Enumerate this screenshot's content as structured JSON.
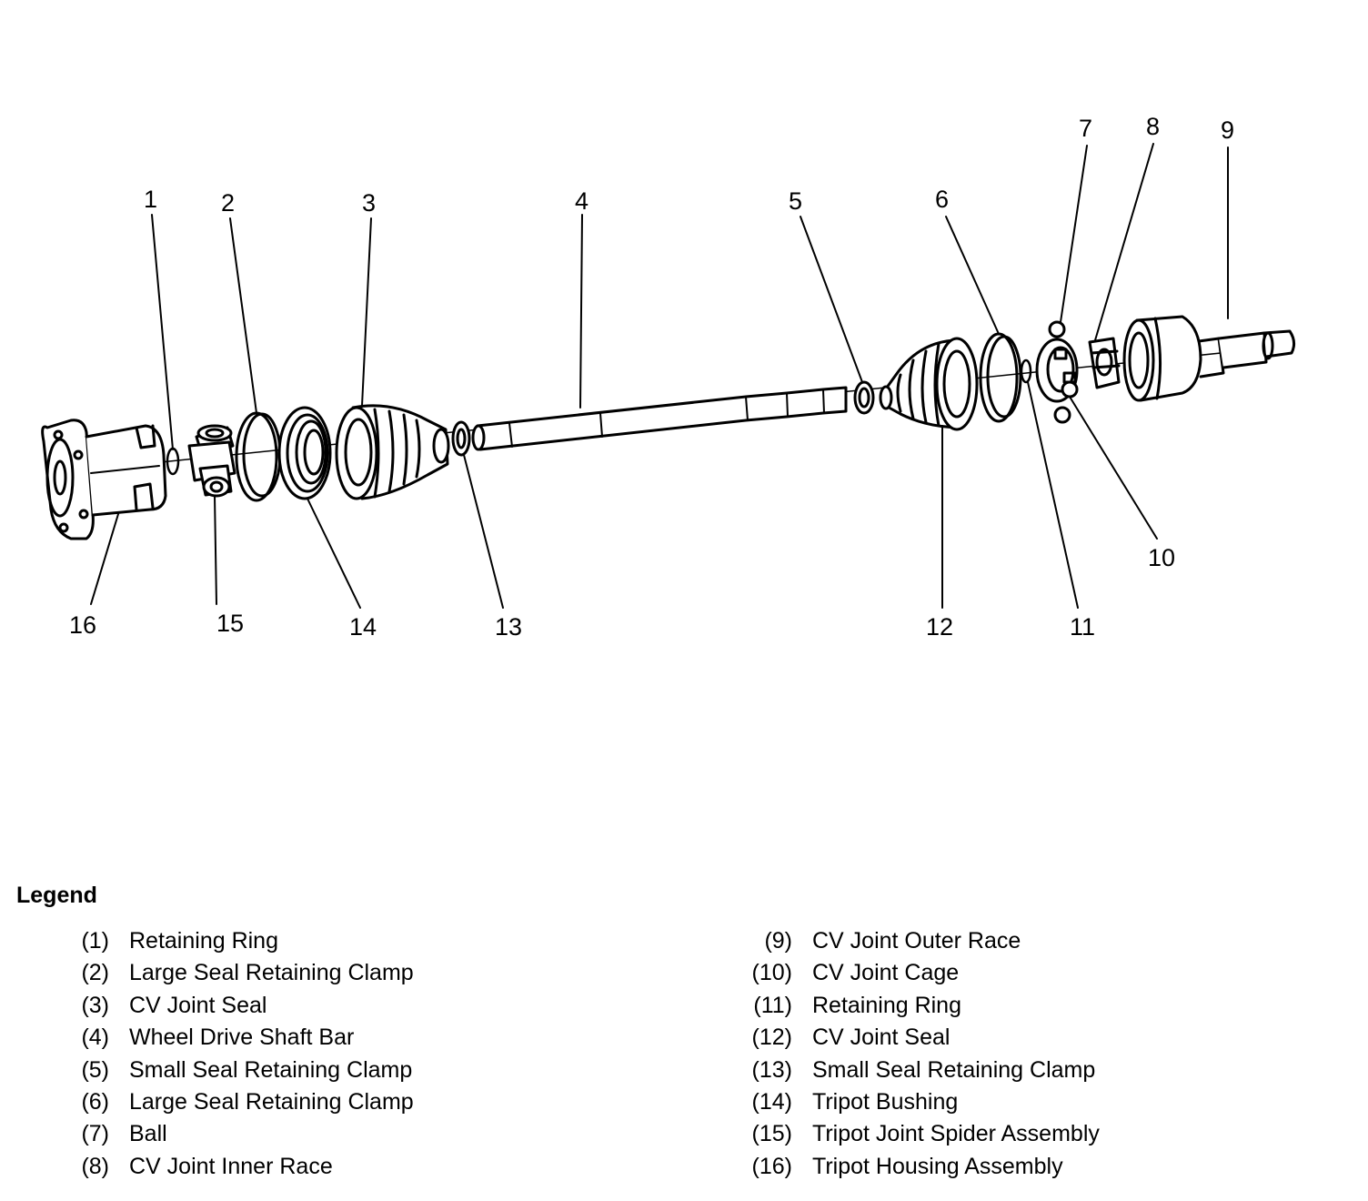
{
  "diagram": {
    "callouts": [
      "1",
      "2",
      "3",
      "4",
      "5",
      "6",
      "7",
      "8",
      "9",
      "10",
      "11",
      "12",
      "13",
      "14",
      "15",
      "16"
    ]
  },
  "legend": {
    "title": "Legend",
    "left": [
      {
        "num": "(1)",
        "label": "Retaining Ring"
      },
      {
        "num": "(2)",
        "label": "Large Seal Retaining Clamp"
      },
      {
        "num": "(3)",
        "label": "CV Joint Seal"
      },
      {
        "num": "(4)",
        "label": "Wheel Drive Shaft Bar"
      },
      {
        "num": "(5)",
        "label": "Small Seal Retaining Clamp"
      },
      {
        "num": "(6)",
        "label": "Large Seal Retaining Clamp"
      },
      {
        "num": "(7)",
        "label": "Ball"
      },
      {
        "num": "(8)",
        "label": "CV Joint Inner Race"
      }
    ],
    "right": [
      {
        "num": "(9)",
        "label": "CV Joint Outer Race"
      },
      {
        "num": "(10)",
        "label": "CV Joint Cage"
      },
      {
        "num": "(11)",
        "label": "Retaining Ring"
      },
      {
        "num": "(12)",
        "label": "CV Joint Seal"
      },
      {
        "num": "(13)",
        "label": "Small Seal Retaining Clamp"
      },
      {
        "num": "(14)",
        "label": "Tripot Bushing"
      },
      {
        "num": "(15)",
        "label": "Tripot Joint Spider Assembly"
      },
      {
        "num": "(16)",
        "label": "Tripot Housing Assembly"
      }
    ]
  }
}
